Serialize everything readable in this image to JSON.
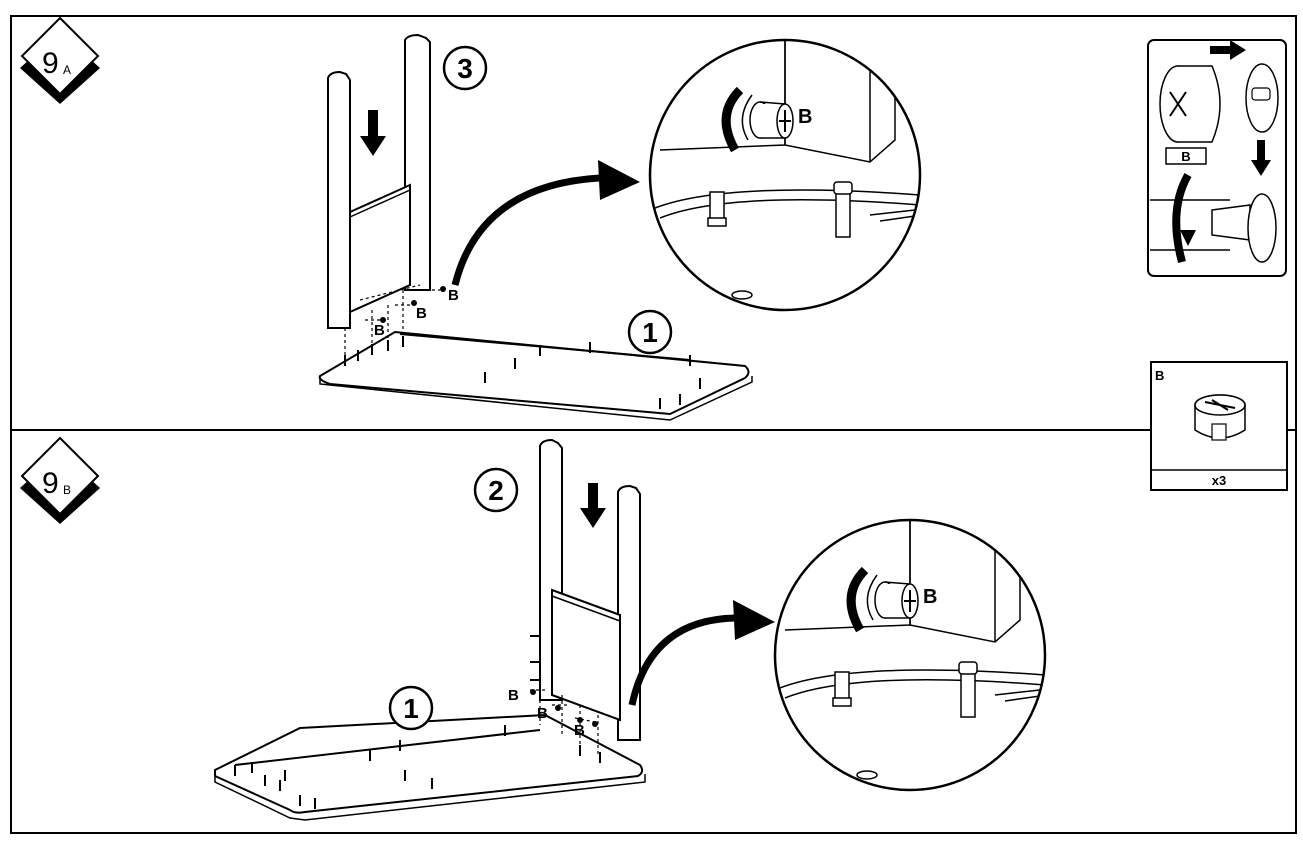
{
  "steps": [
    {
      "number": "9",
      "sub": "A",
      "part_number": "3",
      "board_number": "1",
      "part_label": "B"
    },
    {
      "number": "9",
      "sub": "B",
      "part_number": "2",
      "board_number": "1",
      "part_label": "B"
    }
  ],
  "inset_howto": {
    "part_label": "B"
  },
  "parts_box": {
    "part_label": "B",
    "quantity": "x3"
  }
}
